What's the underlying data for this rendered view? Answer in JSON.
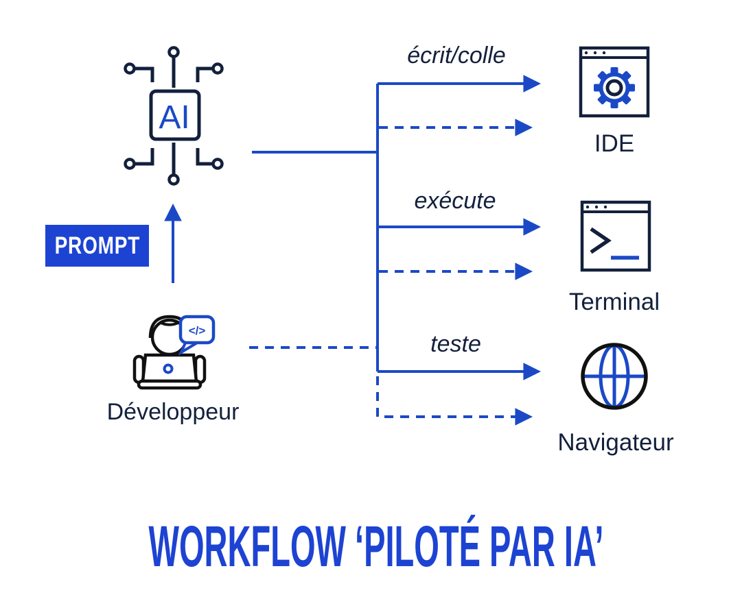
{
  "title": "WORKFLOW ‘PILOTÉ PAR IA’",
  "ai_chip": {
    "label": "AI"
  },
  "prompt_badge": {
    "label": "PROMPT"
  },
  "developer": {
    "label": "Développeur",
    "bubble_code": "</>"
  },
  "flows": [
    {
      "action": "écrit/colle",
      "target": "IDE"
    },
    {
      "action": "exécute",
      "target": "Terminal"
    },
    {
      "action": "teste",
      "target": "Navigateur"
    }
  ],
  "colors": {
    "arrow_blue": "#1b49c6",
    "brand_blue": "#1d43d2",
    "navy_ink": "#13203c",
    "outline_black": "#111111",
    "background": "#ffffff"
  }
}
